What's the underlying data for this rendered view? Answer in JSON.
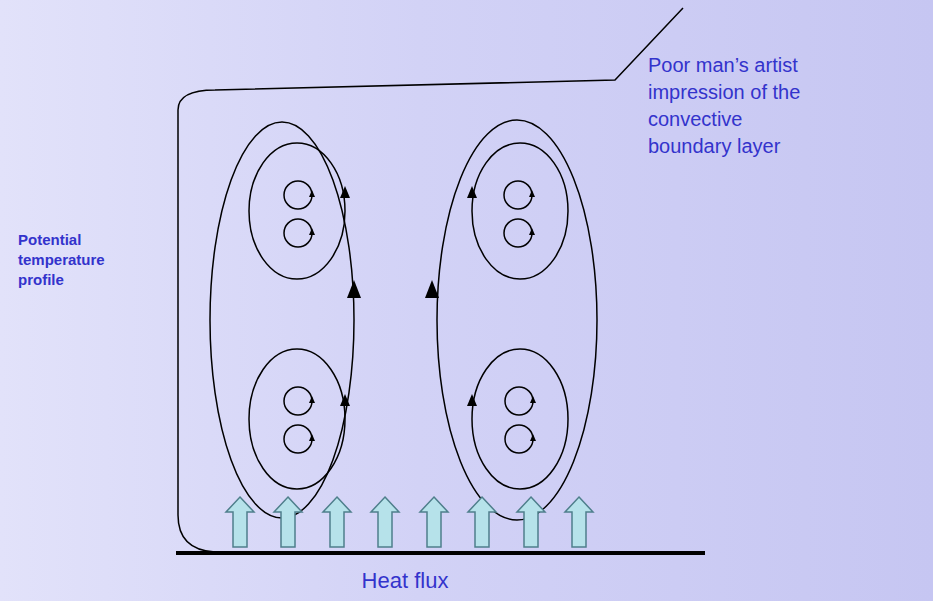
{
  "diagram": {
    "labels": [
      "Poor man’s artist impression of the convective boundary layer",
      "Potential temperature profile",
      "Heat flux"
    ]
  }
}
